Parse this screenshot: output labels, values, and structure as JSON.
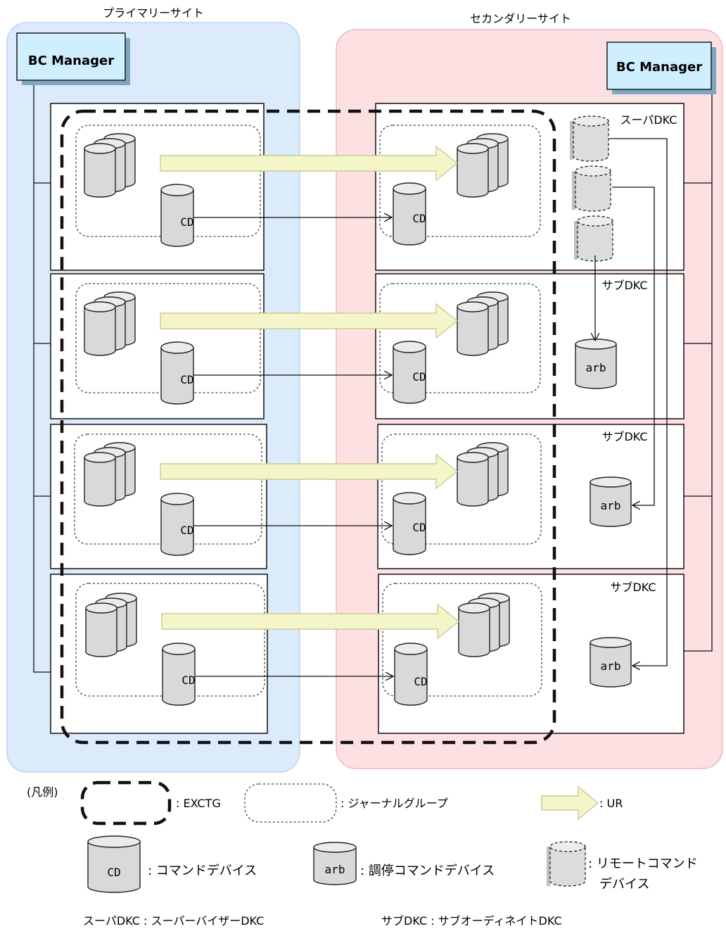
{
  "sites": {
    "primary": "プライマリーサイト",
    "secondary": "セカンダリーサイト"
  },
  "bc_manager": {
    "primary_label": "BC Manager",
    "secondary_label": "BC Manager"
  },
  "secondary_rows": {
    "super_label": "スーパDKC",
    "sub_labels": [
      "サブDKC",
      "サブDKC",
      "サブDKC"
    ]
  },
  "volumes": {
    "cd_label": "CD",
    "arb_label": "arb"
  },
  "legend": {
    "title": "(凡例)",
    "exctg": ": EXCTG",
    "journal_group": ": ジャーナルグループ",
    "ur": ": UR",
    "cd_sample": "CD",
    "command_device": ": コマンドデバイス",
    "arb_sample": "arb",
    "arbitration": ": 調停コマンドデバイス",
    "remote_line1": ": リモートコマンド",
    "remote_line2": "デバイス",
    "note_super": "スーパDKC : スーパーバイザーDKC",
    "note_sub": "サブDKC : サブオーディネイトDKC"
  },
  "colors": {
    "primary_site": "#dbebfb",
    "secondary_site": "#fde0e2",
    "bc_manager": "#cfefff",
    "ur_arrow": "#f4f5c9"
  }
}
